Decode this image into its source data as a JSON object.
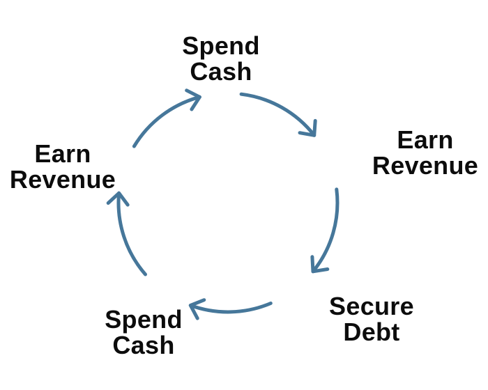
{
  "diagram": {
    "type": "cycle",
    "arrow_color": "#46779a",
    "text_color": "#0c0c0c",
    "background": "#ffffff",
    "nodes": [
      {
        "id": "top",
        "lines": [
          "Spend",
          "Cash"
        ]
      },
      {
        "id": "right",
        "lines": [
          "Earn",
          "Revenue"
        ]
      },
      {
        "id": "bottom_right",
        "lines": [
          "Secure",
          "Debt"
        ]
      },
      {
        "id": "bottom_left",
        "lines": [
          "Spend",
          "Cash"
        ]
      },
      {
        "id": "left",
        "lines": [
          "Earn",
          "Revenue"
        ]
      }
    ],
    "arrows": [
      {
        "from": "top",
        "to": "right"
      },
      {
        "from": "right",
        "to": "bottom_right"
      },
      {
        "from": "bottom_right",
        "to": "bottom_left"
      },
      {
        "from": "bottom_left",
        "to": "left"
      },
      {
        "from": "left",
        "to": "top"
      }
    ]
  }
}
